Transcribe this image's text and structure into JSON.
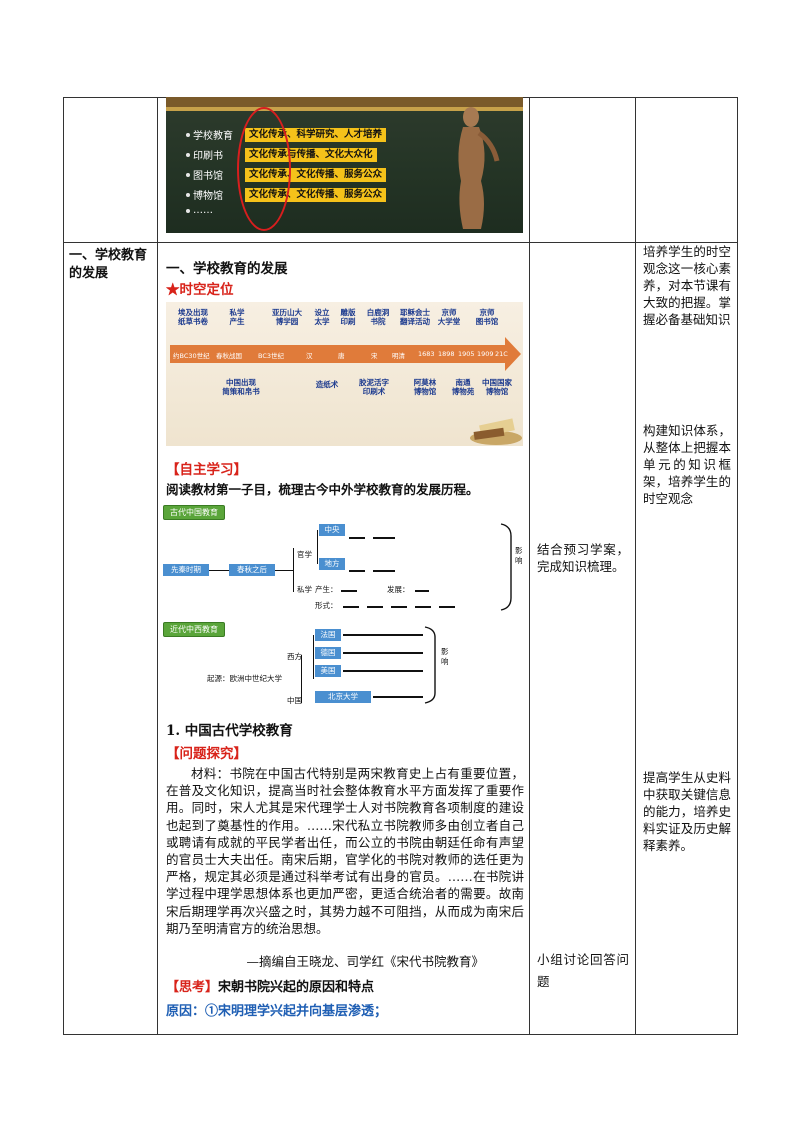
{
  "col1": {
    "section_label": "一、学校教育的发展"
  },
  "top_image": {
    "rows": [
      {
        "label": "学校教育",
        "bar": "文化传承、科学研究、人才培养"
      },
      {
        "label": "印刷书",
        "bar": "文化传承与传播、文化大众化"
      },
      {
        "label": "图书馆",
        "bar": "文化传承、文化传播、服务公众"
      },
      {
        "label": "博物馆",
        "bar": "文化传承、文化传播、服务公众"
      },
      {
        "label": "……",
        "bar": ""
      }
    ]
  },
  "main": {
    "section_title": "一、学校教育的发展",
    "timeline_heading": "★时空定位",
    "timeline": {
      "ticks": [
        "约BC30世纪",
        "春秋战国",
        "BC3世纪",
        "汉",
        "唐",
        "宋",
        "明清",
        "1683",
        "1898",
        "1905",
        "1909",
        "21C"
      ],
      "upper": [
        "埃及出现\n纸草书卷",
        "私学\n产生",
        "亚历山大\n博学园",
        "设立\n太学",
        "雕版\n印刷",
        "白鹿洞\n书院",
        "耶稣会士\n翻译活动",
        "京师\n大学堂",
        "京师\n图书馆"
      ],
      "lower": [
        "中国出现\n简策和帛书",
        "造纸术",
        "胶泥活字\n印刷术",
        "阿莫林\n博物馆",
        "南通\n博物苑",
        "中国国家\n博物馆"
      ]
    },
    "self_study_heading": "【自主学习】",
    "self_study_text": "阅读教材第一子目，梳理古今中外学校教育的发展历程。",
    "diagram1": {
      "header": "古代中国教育",
      "pre_qin": "先秦时期",
      "spring_autumn": "春秋之后",
      "official": "官学",
      "central": "中央",
      "local": "地方",
      "private": "私学",
      "origin": "产生：",
      "develop": "发展：",
      "form": "形式：",
      "influence": "影响"
    },
    "diagram2": {
      "header": "近代中西教育",
      "west": "西方",
      "france": "法国",
      "germany": "德国",
      "usa": "美国",
      "china": "中国",
      "peking_univ": "北京大学",
      "origin": "起源：欧洲中世纪大学",
      "influence": "影响"
    },
    "sub1": "1. 中国古代学校教育",
    "inquiry_heading": "【问题探究】",
    "material": "材料：书院在中国古代特别是两宋教育史上占有重要位置，在普及文化知识，提高当时社会整体教育水平方面发挥了重要作用。同时，宋人尤其是宋代理学士人对书院教育各项制度的建设也起到了奠基性的作用。……宋代私立书院教师多由创立者自己或聘请有成就的平民学者出任，而公立的书院由朝廷任命有声望的官员士大夫出任。南宋后期，官学化的书院对教师的选任更为严格，规定其必须是通过科举考试有出身的官员。……在书院讲学过程中理学思想体系也更加严密，更适合统治者的需要。故南宋后期理学再次兴盛之时，其势力越不可阻挡，从而成为南宋后期乃至明清官方的统治思想。",
    "source": "—摘编自王晓龙、司学红《宋代书院教育》",
    "think_label": "【思考】",
    "think_text": "宋朝书院兴起的原因和特点",
    "reason_text": "原因：①宋明理学兴起并向基层渗透；"
  },
  "col3": {
    "activity1": "结合预习学案，完成知识梳理。",
    "activity2": "小组讨论回答问题"
  },
  "col4": {
    "note1": "培养学生的时空观念这一核心素养，对本节课有大致的把握。掌握必备基础知识",
    "note2": "构建知识体系，从整体上把握本单元的知识框架，培养学生的时空观念",
    "note3": "提高学生从史料中获取关键信息的能力，培养史料实证及历史解释素养。"
  }
}
